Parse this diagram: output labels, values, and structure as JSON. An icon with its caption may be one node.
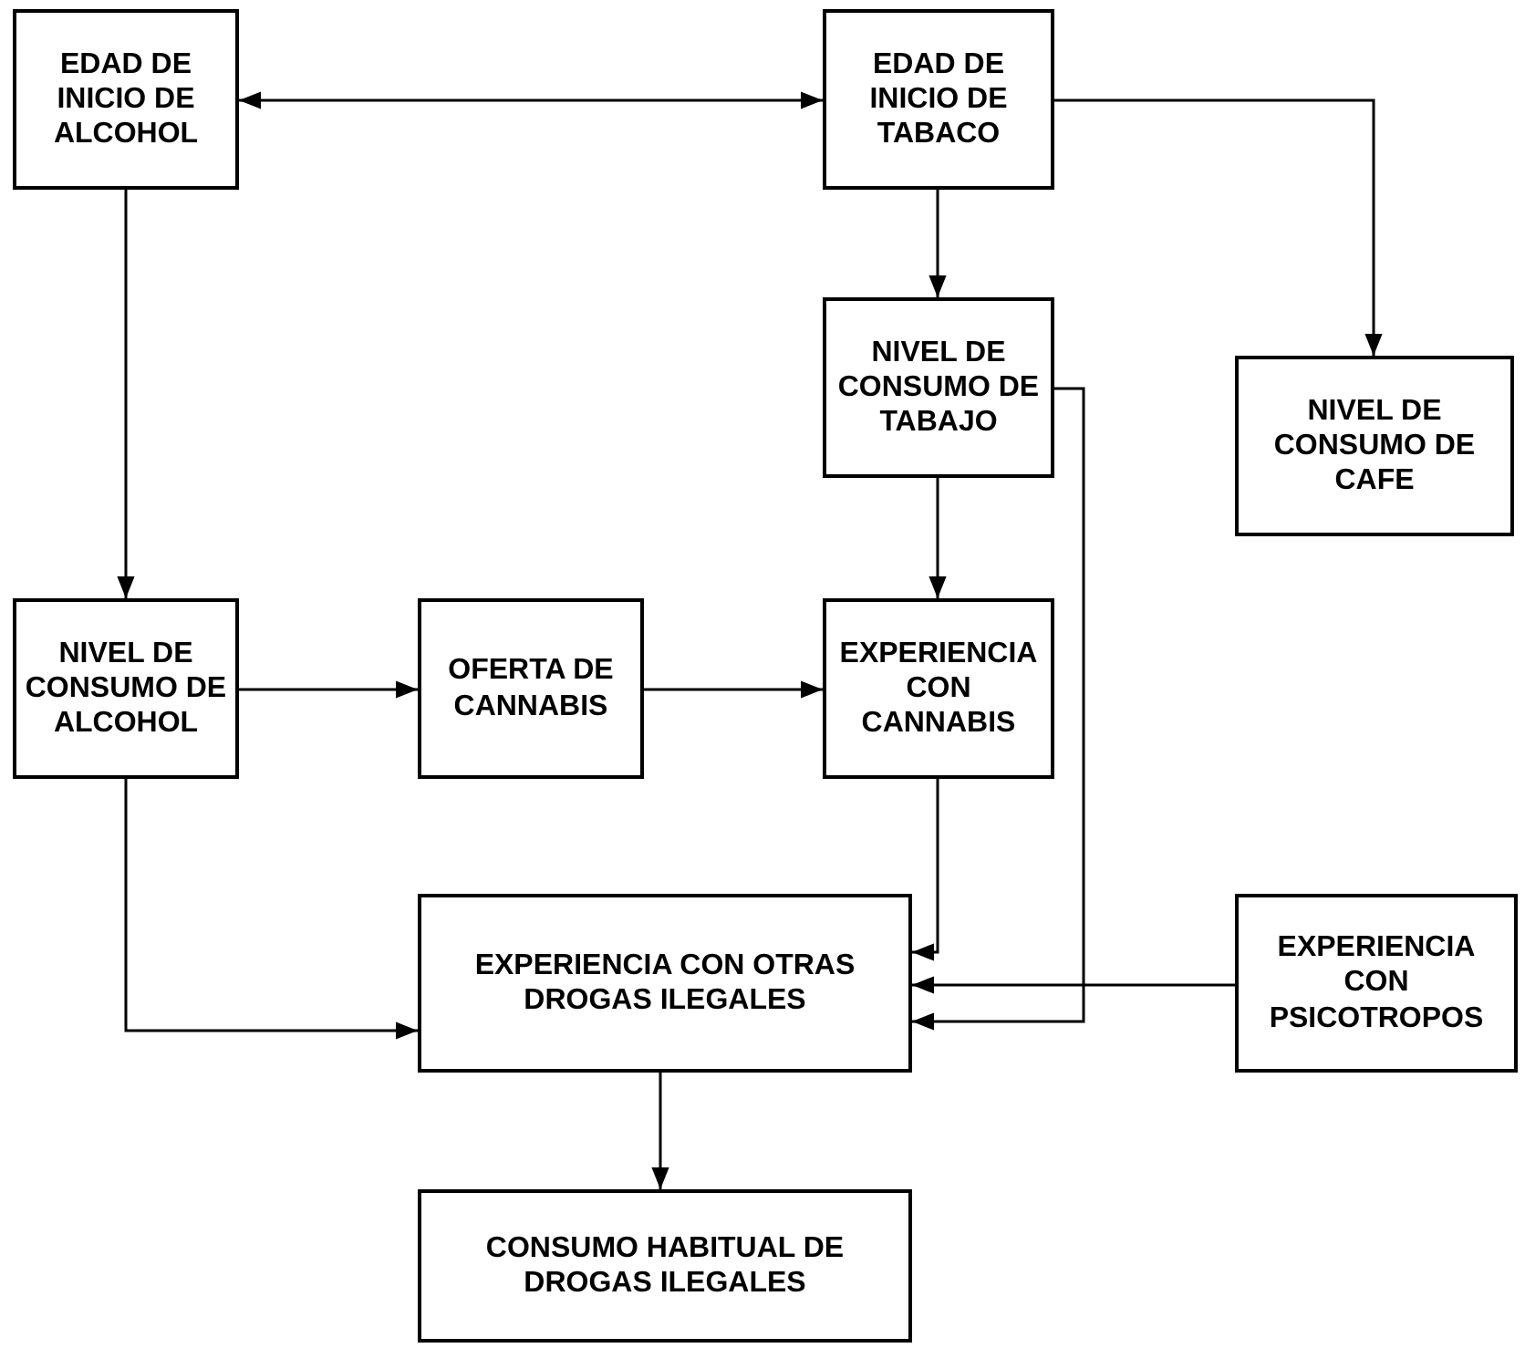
{
  "diagram": {
    "nodes": [
      {
        "text": [
          "EDAD DE INICIO DE ALCOHOL"
        ]
      },
      {
        "text": [
          "EDAD DE INICIO DE TABACO"
        ]
      },
      {
        "text": [
          "NIVEL DE CONSUMO DE TABAJO"
        ]
      },
      {
        "text": [
          "NIVEL DE CONSUMO DE CAFE"
        ]
      },
      {
        "text": [
          "NIVEL DE CONSUMO DE ALCOHOL"
        ]
      },
      {
        "text": [
          "OFERTA DE CANNABIS"
        ]
      },
      {
        "text": [
          "EXPERIENCIA CON CANNABIS"
        ]
      },
      {
        "text": [
          "EXPERIENCIA CON OTRAS DROGAS ILEGALES"
        ]
      },
      {
        "text": [
          "EXPERIENCIA CON PSICOTROPOS"
        ]
      },
      {
        "text": [
          "CONSUMO HABITUAL DE DROGAS ILEGALES"
        ]
      }
    ],
    "edges": [
      {
        "from": 0,
        "to": 1,
        "arrow": "both"
      },
      {
        "from": 1,
        "to": 2,
        "arrow": "to"
      },
      {
        "from": 1,
        "to": 3,
        "arrow": "to"
      },
      {
        "from": 0,
        "to": 4,
        "arrow": "to"
      },
      {
        "from": 4,
        "to": 5,
        "arrow": "to"
      },
      {
        "from": 5,
        "to": 6,
        "arrow": "to"
      },
      {
        "from": 2,
        "to": 6,
        "arrow": "to"
      },
      {
        "from": 4,
        "to": 7,
        "arrow": "to"
      },
      {
        "from": 6,
        "to": 7,
        "arrow": "to"
      },
      {
        "from": 2,
        "to": 7,
        "arrow": "to"
      },
      {
        "from": 8,
        "to": 7,
        "arrow": "to"
      },
      {
        "from": 7,
        "to": 9,
        "arrow": "to"
      }
    ]
  }
}
